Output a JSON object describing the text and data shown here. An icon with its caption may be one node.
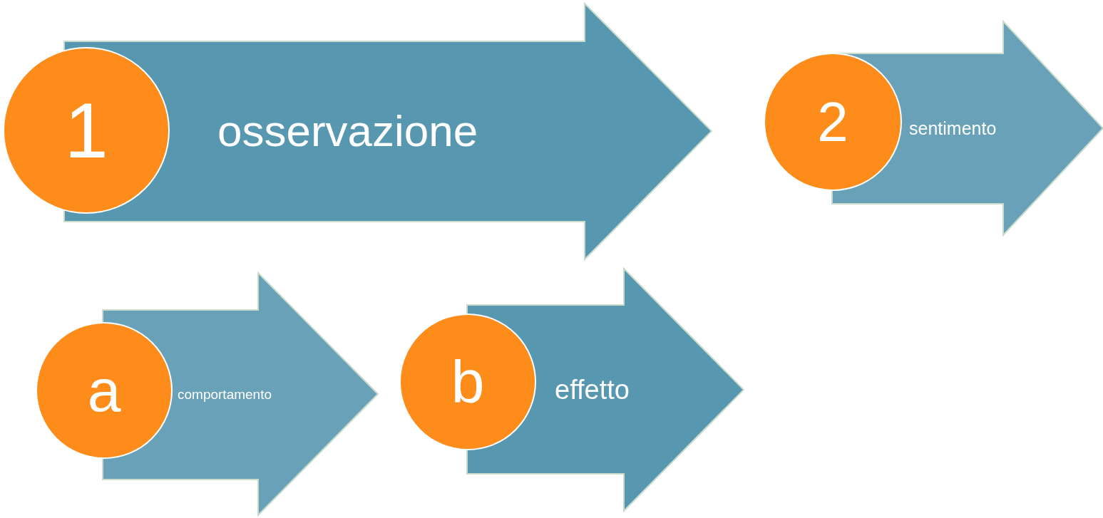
{
  "diagram": {
    "nodes": [
      {
        "text": [
          "1"
        ]
      },
      {
        "text": [
          "osservazione"
        ]
      },
      {
        "text": [
          "2"
        ]
      },
      {
        "text": [
          "sentimento"
        ]
      },
      {
        "text": [
          "a"
        ]
      },
      {
        "text": [
          "comportamento"
        ]
      },
      {
        "text": [
          "b"
        ]
      },
      {
        "text": [
          "effetto"
        ]
      }
    ]
  }
}
